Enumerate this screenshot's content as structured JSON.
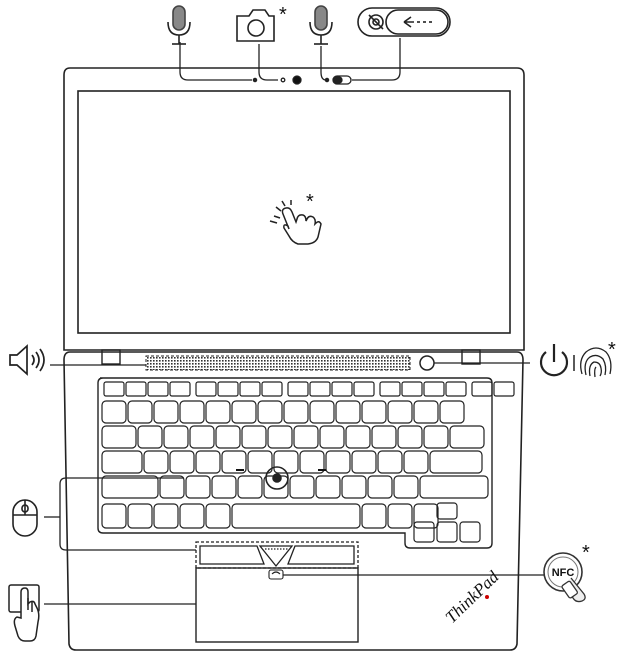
{
  "labels": {
    "asterisk": "*",
    "nfc": "NFC",
    "brand": "ThinkPad"
  },
  "callouts": [
    {
      "id": "mic-left",
      "icon": "microphone-icon",
      "optional": false
    },
    {
      "id": "camera",
      "icon": "camera-icon",
      "optional": true
    },
    {
      "id": "mic-right",
      "icon": "microphone-icon",
      "optional": false
    },
    {
      "id": "privacy-shutter",
      "icon": "camera-shutter-icon",
      "optional": false
    },
    {
      "id": "touch-screen",
      "icon": "touch-gesture-icon",
      "optional": true
    },
    {
      "id": "speakers",
      "icon": "speaker-icon",
      "optional": false
    },
    {
      "id": "power-button",
      "icon": "power-icon",
      "optional": false
    },
    {
      "id": "fingerprint-reader",
      "icon": "fingerprint-icon",
      "optional": true
    },
    {
      "id": "trackpoint-buttons",
      "icon": "mouse-icon",
      "optional": false
    },
    {
      "id": "nfc-label",
      "icon": "nfc-icon",
      "optional": true
    },
    {
      "id": "trackpad",
      "icon": "touchpad-icon",
      "optional": false
    }
  ],
  "colors": {
    "line": "#222222",
    "screen": "#ffffff"
  }
}
